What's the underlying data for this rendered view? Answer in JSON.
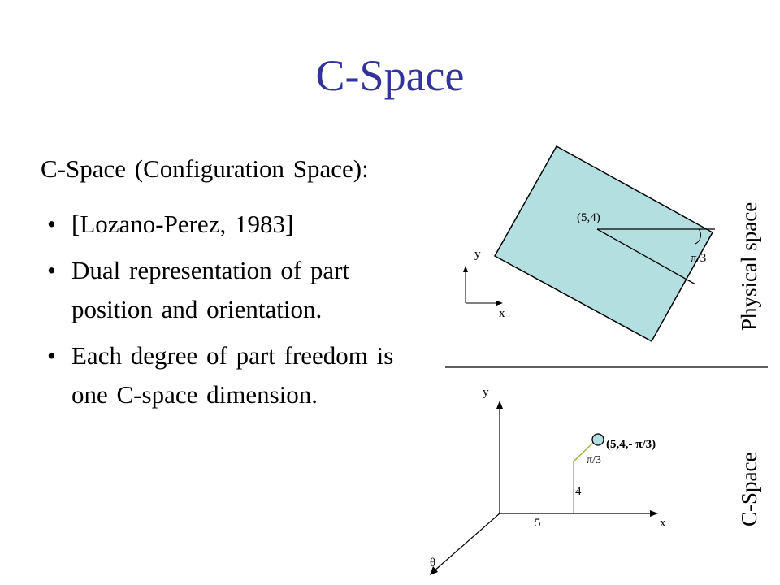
{
  "slide": {
    "title": "C-Space",
    "heading": "C-Space (Configuration Space):",
    "bullets": [
      "[Lozano-Perez, 1983]",
      "Dual representation of part position and orientation.",
      "Each degree of part freedom is one C-space dimension."
    ]
  },
  "physical_diagram": {
    "side_label": "Physical space",
    "point_label": "(5,4)",
    "angle_label": "π/3",
    "axis_y": "y",
    "axis_x": "x",
    "part_fill": "#b4dfe1"
  },
  "cspace_diagram": {
    "side_label": "C-Space",
    "axis_y": "y",
    "axis_x": "x",
    "axis_theta": "θ",
    "x_value": "5",
    "y_value": "4",
    "theta_value": "π/3",
    "point_label": "(5,4,- π/3)",
    "path_color": "#9ab84a",
    "point_fill": "#b4dfe1"
  }
}
